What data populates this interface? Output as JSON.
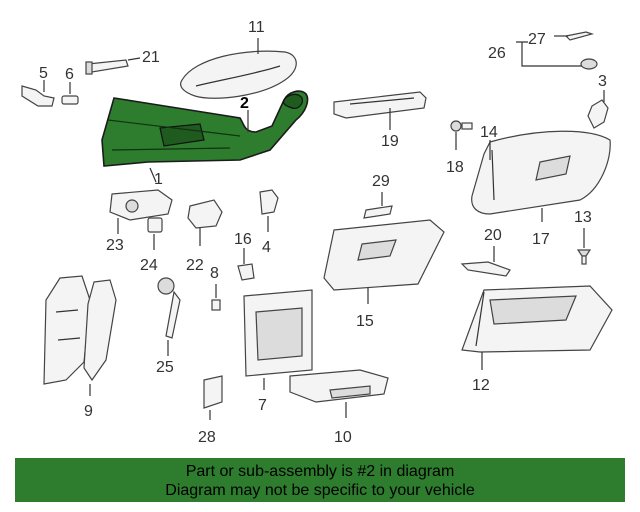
{
  "diagram": {
    "highlighted_part": "2",
    "colors": {
      "highlight": "#2e7d2e",
      "line": "#333333",
      "banner": "#2e7d2e"
    },
    "callouts": {
      "c1": "1",
      "c2": "2",
      "c3": "3",
      "c4": "4",
      "c5": "5",
      "c6": "6",
      "c7": "7",
      "c8": "8",
      "c9": "9",
      "c10": "10",
      "c11": "11",
      "c12": "12",
      "c13": "13",
      "c14": "14",
      "c15": "15",
      "c16": "16",
      "c17": "17",
      "c18": "18",
      "c19": "19",
      "c20": "20",
      "c21": "21",
      "c22": "22",
      "c23": "23",
      "c24": "24",
      "c25": "25",
      "c26": "26",
      "c27": "27",
      "c28": "28",
      "c29": "29"
    }
  },
  "footer": {
    "line1": "Part or sub-assembly is #2 in diagram",
    "line2": "Diagram may not be specific to your vehicle"
  }
}
